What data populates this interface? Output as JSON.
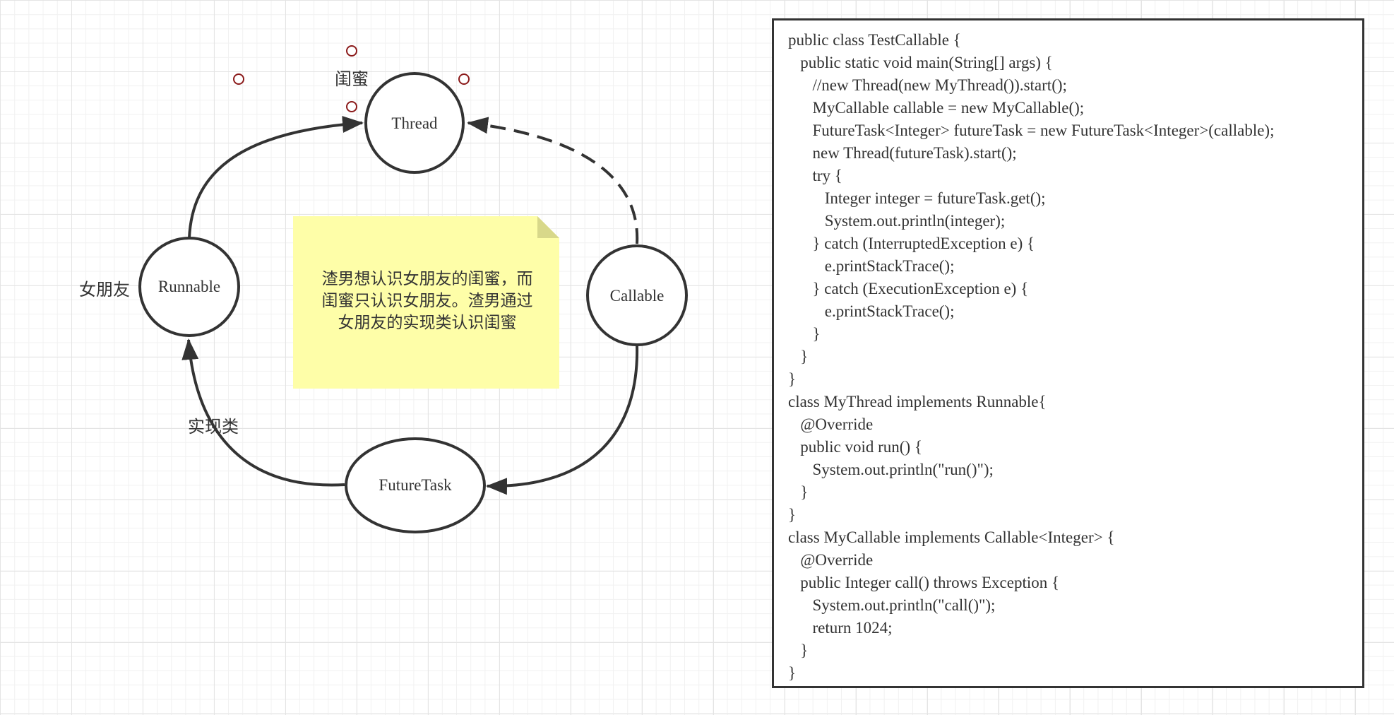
{
  "diagram": {
    "nodes": {
      "thread": "Thread",
      "runnable": "Runnable",
      "callable": "Callable",
      "futuretask": "FutureTask"
    },
    "labels": {
      "guimi": "闺蜜",
      "girlfriend": "女朋友",
      "impl": "实现类"
    },
    "note": {
      "line1": "渣男想认识女朋友的闺蜜，而",
      "line2": "闺蜜只认识女朋友。渣男通过",
      "line3": "女朋友的实现类认识闺蜜"
    }
  },
  "code": [
    "public class TestCallable {",
    "   public static void main(String[] args) {",
    "      //new Thread(new MyThread()).start();",
    "      MyCallable callable = new MyCallable();",
    "      FutureTask<Integer> futureTask = new FutureTask<Integer>(callable);",
    "      new Thread(futureTask).start();",
    "      try {",
    "         Integer integer = futureTask.get();",
    "         System.out.println(integer);",
    "      } catch (InterruptedException e) {",
    "         e.printStackTrace();",
    "      } catch (ExecutionException e) {",
    "         e.printStackTrace();",
    "      }",
    "   }",
    "}",
    "class MyThread implements Runnable{",
    "   @Override",
    "   public void run() {",
    "      System.out.println(\"run()\");",
    "   }",
    "}",
    "class MyCallable implements Callable<Integer> {",
    "   @Override",
    "   public Integer call() throws Exception {",
    "      System.out.println(\"call()\");",
    "      return 1024;",
    "   }",
    "}"
  ],
  "colors": {
    "stroke": "#333333",
    "note_fill": "#fefea8",
    "note_fold": "#d8d88a",
    "handle": "#8b1a1a",
    "grid": "#e4e4e4"
  }
}
